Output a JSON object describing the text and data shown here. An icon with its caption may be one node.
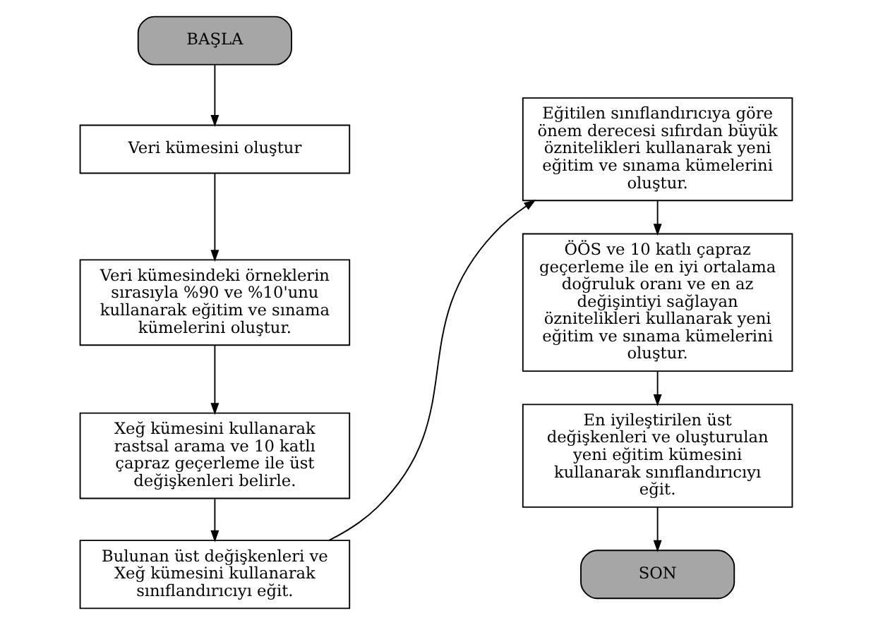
{
  "diagram": {
    "nodes": [
      {
        "text": [
          "BAŞLA"
        ]
      },
      {
        "text": [
          "Veri kümesini oluştur"
        ]
      },
      {
        "text": [
          "Veri kümesindeki örneklerin sırasıyla %90 ve %10'unu kullanarak eğitim ve sınama kümelerini oluştur."
        ]
      },
      {
        "text": [
          "Xeğ kümesini kullanarak rastsal arama ve 10 katlı çapraz geçerleme ile üst değişkenleri belirle."
        ]
      },
      {
        "text": [
          "Bulunan üst değişkenleri ve Xeğ kümesini kullanarak sınıflandırıcıyı eğit."
        ]
      },
      {
        "text": [
          "Eğitilen sınıflandırıcıya göre önem derecesi sıfırdan büyük öznitelikleri kullanarak yeni eğitim ve sınama kümelerini oluştur."
        ]
      },
      {
        "text": [
          "ÖÖS ve 10 katlı çapraz geçerleme ile en iyi ortalama doğruluk oranı ve en az değişintiyi sağlayan öznitelikleri kullanarak yeni eğitim ve sınama kümelerini oluştur."
        ]
      },
      {
        "text": [
          "En iyileştirilen üst değişkenleri ve oluşturulan yeni eğitim kümesini kullanarak sınıflandırıcıyı eğit."
        ]
      },
      {
        "text": [
          "SON"
        ]
      }
    ],
    "edges": [
      {
        "from": 0,
        "to": 1,
        "arrow": "to"
      },
      {
        "from": 1,
        "to": 2,
        "arrow": "to"
      },
      {
        "from": 2,
        "to": 3,
        "arrow": "to"
      },
      {
        "from": 3,
        "to": 4,
        "arrow": "to"
      },
      {
        "from": 4,
        "to": 5,
        "arrow": "to"
      },
      {
        "from": 5,
        "to": 6,
        "arrow": "to"
      },
      {
        "from": 6,
        "to": 7,
        "arrow": "to"
      },
      {
        "from": 7,
        "to": 8,
        "arrow": "to"
      }
    ]
  }
}
